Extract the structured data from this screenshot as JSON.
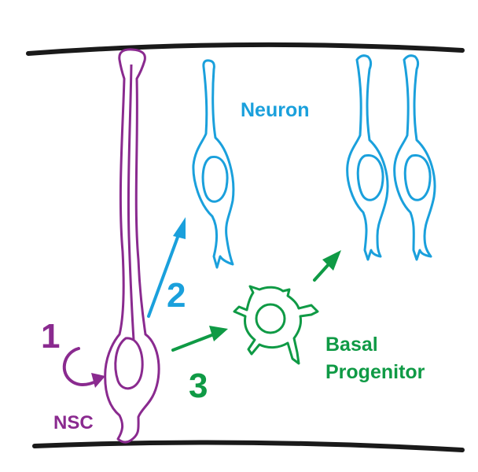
{
  "labels": {
    "neuron": "Neuron",
    "basal_line1": "Basal",
    "basal_line2": "Progenitor",
    "nsc": "NSC",
    "step1": "1",
    "step2": "2",
    "step3": "3"
  },
  "colors": {
    "nsc": "#8a2a8f",
    "neuron": "#1aa0dc",
    "progenitor": "#0f9a45",
    "boundary": "#1a1a1a"
  }
}
